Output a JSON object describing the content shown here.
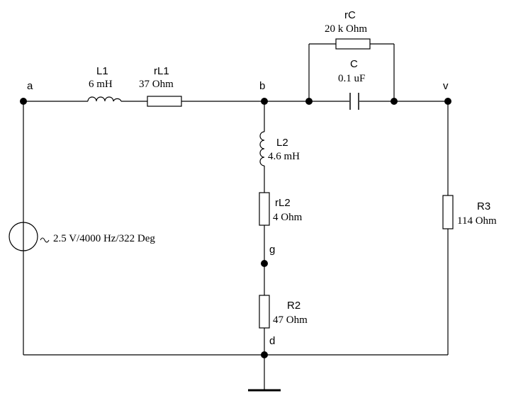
{
  "nodes": {
    "a": "a",
    "b": "b",
    "v": "v",
    "g": "g",
    "d": "d"
  },
  "components": {
    "L1": {
      "name": "L1",
      "value": "6 mH"
    },
    "rL1": {
      "name": "rL1",
      "value": "37  Ohm"
    },
    "rC": {
      "name": "rC",
      "value": "20 k Ohm"
    },
    "C": {
      "name": "C",
      "value": "0.1 uF"
    },
    "L2": {
      "name": "L2",
      "value": "4.6 mH"
    },
    "rL2": {
      "name": "rL2",
      "value": "4  Ohm"
    },
    "R2": {
      "name": "R2",
      "value": "47  Ohm"
    },
    "R3": {
      "name": "R3",
      "value": "114  Ohm"
    },
    "source": {
      "value": "2.5 V/4000 Hz/322 Deg"
    }
  },
  "colors": {
    "line": "#000000",
    "background": "#ffffff"
  }
}
